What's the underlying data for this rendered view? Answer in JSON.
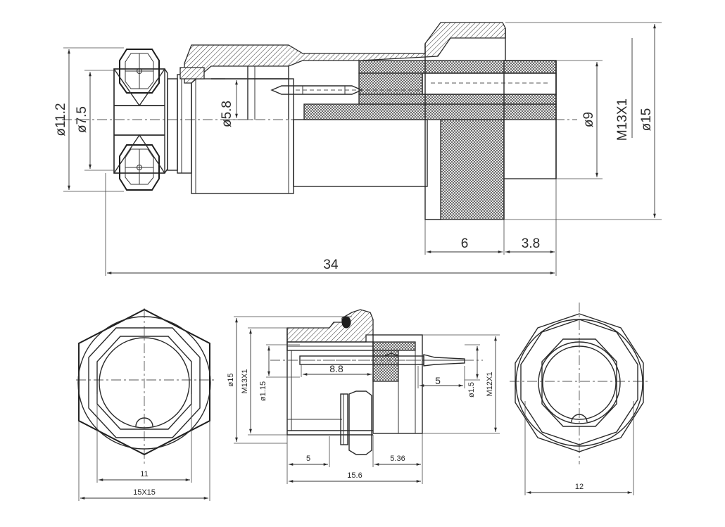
{
  "colors": {
    "line": "#2a2a2a",
    "background": "#ffffff"
  },
  "side_view": {
    "d_11_2": "ø11.2",
    "d_7_5": "ø7.5",
    "d_5_8": "ø5.8",
    "d_9": "ø9",
    "m13": "M13X1",
    "d_15": "ø15",
    "len_6": "6",
    "len_3_8": "3.8",
    "len_34": "34"
  },
  "section_view": {
    "d_15": "ø15",
    "m13": "M13X1",
    "d_1_15": "ø1.15",
    "len_8_8": "8.8",
    "len_5_pin": "5",
    "d_1_5": "ø1.5",
    "m12": "M12X1",
    "len_5": "5",
    "len_5_36": "5.36",
    "len_15_6": "15.6"
  },
  "left_view": {
    "w11": "11",
    "w15x15": "15X15"
  },
  "right_view": {
    "w12": "12"
  }
}
